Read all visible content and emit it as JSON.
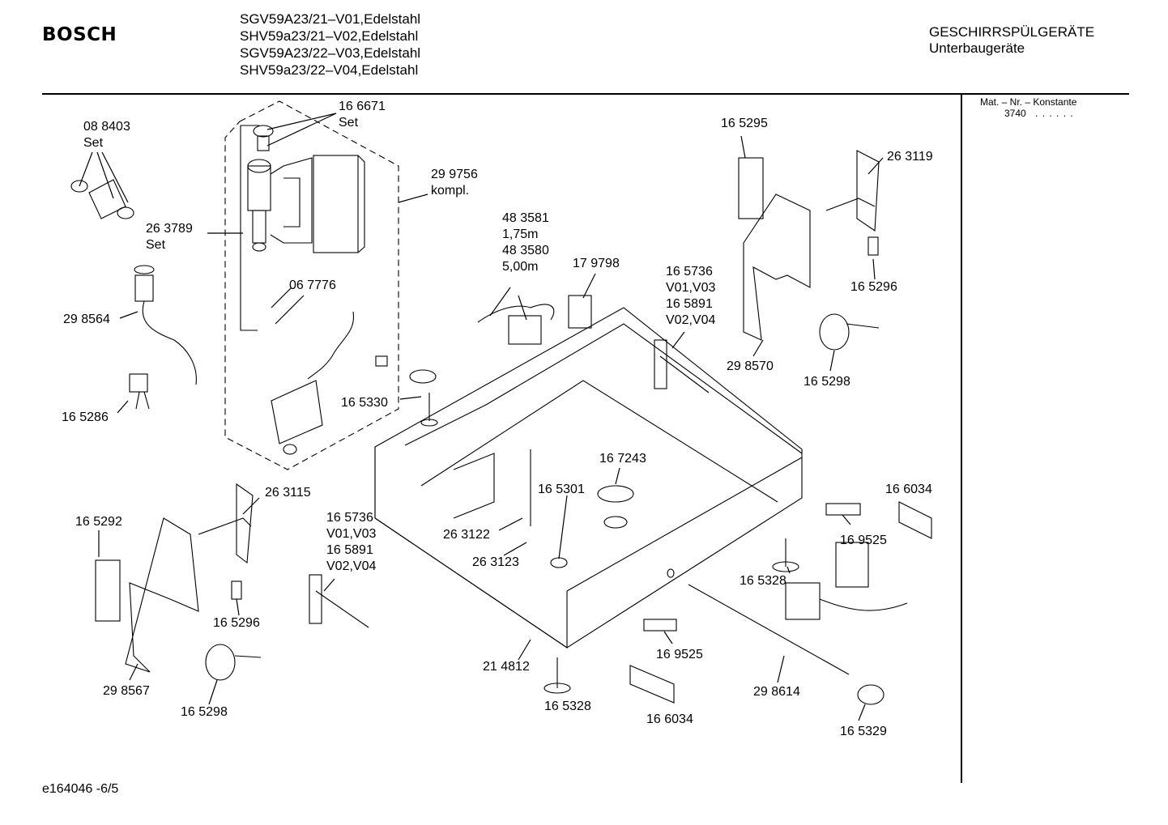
{
  "header": {
    "brand": "BOSCH",
    "models": [
      "SGV59A23/21–V01,Edelstahl",
      "SHV59a23/21–V02,Edelstahl",
      "SGV59A23/22–V03,Edelstahl",
      "SHV59a23/22–V04,Edelstahl"
    ],
    "category": "GESCHIRRSPÜLGERÄTE",
    "subcategory": "Unterbaugeräte"
  },
  "sidebar": {
    "mat_label": "Mat. – Nr. – Konstante",
    "mat_value": "3740",
    "mat_dots": ". . . . . ."
  },
  "footer": {
    "doc_id": "e164046 -6/5"
  },
  "parts": [
    {
      "id": "p088403",
      "lines": [
        "08 8403",
        "Set"
      ]
    },
    {
      "id": "p166671",
      "lines": [
        "16 6671",
        "Set"
      ]
    },
    {
      "id": "p299756",
      "lines": [
        "29 9756",
        "kompl."
      ]
    },
    {
      "id": "p263789",
      "lines": [
        "26 3789",
        "Set"
      ]
    },
    {
      "id": "p298564",
      "lines": [
        "29 8564"
      ]
    },
    {
      "id": "p067776",
      "lines": [
        "06 7776"
      ]
    },
    {
      "id": "p165286",
      "lines": [
        "16 5286"
      ]
    },
    {
      "id": "p483581",
      "lines": [
        "48 3581",
        "1,75m",
        "48 3580",
        "5,00m"
      ]
    },
    {
      "id": "p179798",
      "lines": [
        "17 9798"
      ]
    },
    {
      "id": "p165736a",
      "lines": [
        "16 5736",
        "V01,V03",
        "16 5891",
        "V02,V04"
      ]
    },
    {
      "id": "p165295",
      "lines": [
        "16 5295"
      ]
    },
    {
      "id": "p263119",
      "lines": [
        "26 3119"
      ]
    },
    {
      "id": "p165296a",
      "lines": [
        "16 5296"
      ]
    },
    {
      "id": "p298570",
      "lines": [
        "29 8570"
      ]
    },
    {
      "id": "p165298a",
      "lines": [
        "16 5298"
      ]
    },
    {
      "id": "p165330",
      "lines": [
        "16 5330"
      ]
    },
    {
      "id": "p167243",
      "lines": [
        "16 7243"
      ]
    },
    {
      "id": "p165301",
      "lines": [
        "16 5301"
      ]
    },
    {
      "id": "p263115",
      "lines": [
        "26 3115"
      ]
    },
    {
      "id": "p165292",
      "lines": [
        "16 5292"
      ]
    },
    {
      "id": "p165736b",
      "lines": [
        "16 5736",
        "V01,V03",
        "16 5891",
        "V02,V04"
      ]
    },
    {
      "id": "p263122",
      "lines": [
        "26 3122"
      ]
    },
    {
      "id": "p263123",
      "lines": [
        "26 3123"
      ]
    },
    {
      "id": "p165296b",
      "lines": [
        "16 5296"
      ]
    },
    {
      "id": "p298567",
      "lines": [
        "29 8567"
      ]
    },
    {
      "id": "p165298b",
      "lines": [
        "16 5298"
      ]
    },
    {
      "id": "p214812",
      "lines": [
        "21 4812"
      ]
    },
    {
      "id": "p165328a",
      "lines": [
        "16 5328"
      ]
    },
    {
      "id": "p169525a",
      "lines": [
        "16 9525"
      ]
    },
    {
      "id": "p166034a",
      "lines": [
        "16 6034"
      ]
    },
    {
      "id": "p298614",
      "lines": [
        "29 8614"
      ]
    },
    {
      "id": "p165329",
      "lines": [
        "16 5329"
      ]
    },
    {
      "id": "p166034b",
      "lines": [
        "16 6034"
      ]
    },
    {
      "id": "p169525b",
      "lines": [
        "16 9525"
      ]
    },
    {
      "id": "p165328b",
      "lines": [
        "16 5328"
      ]
    }
  ]
}
